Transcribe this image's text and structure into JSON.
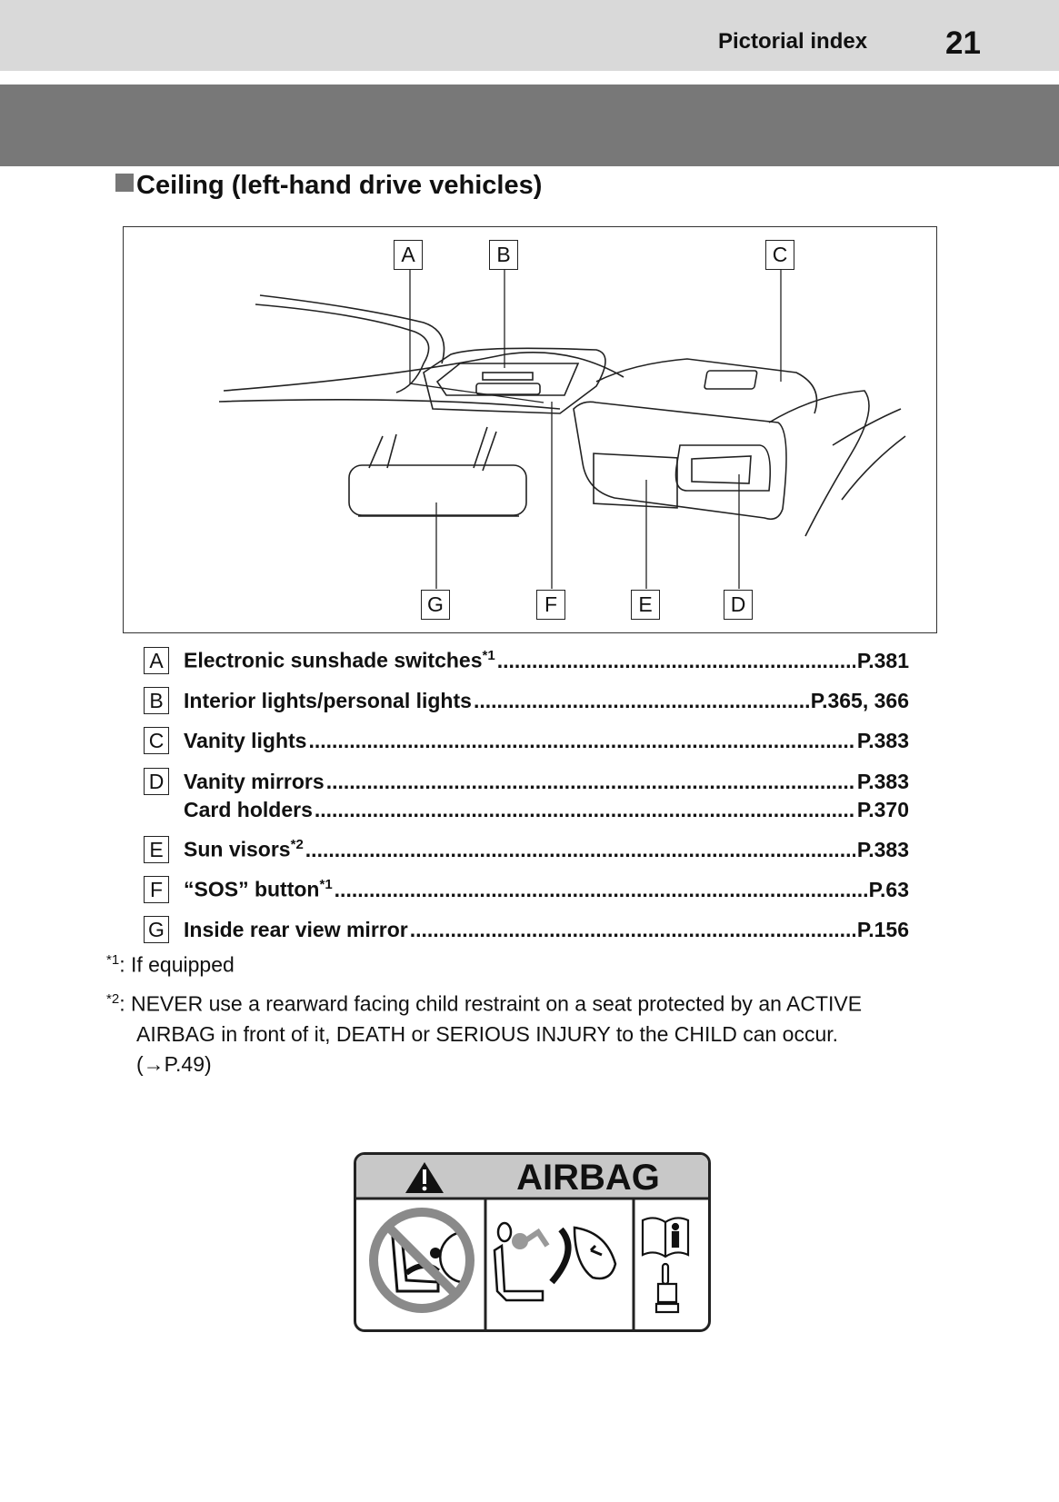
{
  "header": {
    "section": "Pictorial index",
    "page_number": "21"
  },
  "section_title": "Ceiling (left-hand drive vehicles)",
  "diagram_labels": [
    "A",
    "B",
    "C",
    "D",
    "E",
    "F",
    "G"
  ],
  "items": [
    {
      "key": "A",
      "label": "Electronic sunshade switches",
      "note": "*1",
      "page": "P.381"
    },
    {
      "key": "B",
      "label": "Interior lights/personal lights",
      "note": "",
      "page": "P.365, 366"
    },
    {
      "key": "C",
      "label": "Vanity lights",
      "note": "",
      "page": "P.383"
    },
    {
      "key": "D",
      "label": "Vanity mirrors",
      "note": "",
      "page": "P.383"
    },
    {
      "key": "",
      "label": "Card holders",
      "note": "",
      "page": "P.370"
    },
    {
      "key": "E",
      "label": "Sun visors",
      "note": "*2",
      "page": "P.383"
    },
    {
      "key": "F",
      "label": "“SOS” button",
      "note": "*1",
      "page": "P.63"
    },
    {
      "key": "G",
      "label": "Inside rear view mirror",
      "note": "",
      "page": "P.156"
    }
  ],
  "footnotes": [
    {
      "mark": "*1",
      "text": ": If equipped"
    },
    {
      "mark": "*2",
      "text": ": NEVER use a rearward facing child restraint on a seat protected by an ACTIVE",
      "line2": "AIRBAG in front of it, DEATH or SERIOUS INJURY to the CHILD can occur.",
      "line3": "(→P.49)"
    }
  ],
  "airbag_label": {
    "title": "AIRBAG",
    "icons": [
      "warning-icon",
      "no-child-seat-icon",
      "airbag-deploy-icon",
      "manual-info-icon",
      "pointing-hand-icon"
    ]
  }
}
